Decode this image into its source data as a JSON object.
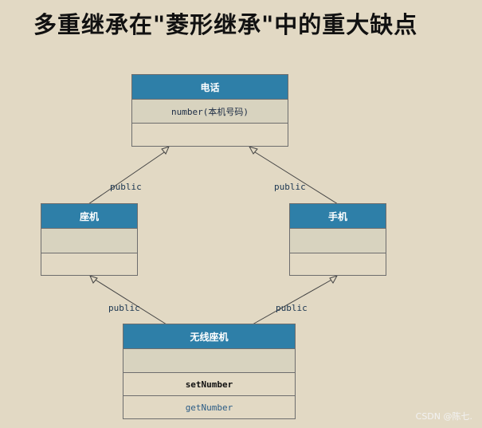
{
  "title": "多重继承在\"菱形继承\"中的重大缺点",
  "classes": {
    "phone": {
      "name": "电话",
      "attribute": "number(本机号码)"
    },
    "landline": {
      "name": "座机"
    },
    "mobile": {
      "name": "手机"
    },
    "cordless": {
      "name": "无线座机",
      "operations": [
        "setNumber",
        "getNumber"
      ]
    }
  },
  "edges": {
    "landline_to_phone": "public",
    "mobile_to_phone": "public",
    "cordless_to_landline": "public",
    "cordless_to_mobile": "public"
  },
  "watermark": "CSDN @陈七."
}
